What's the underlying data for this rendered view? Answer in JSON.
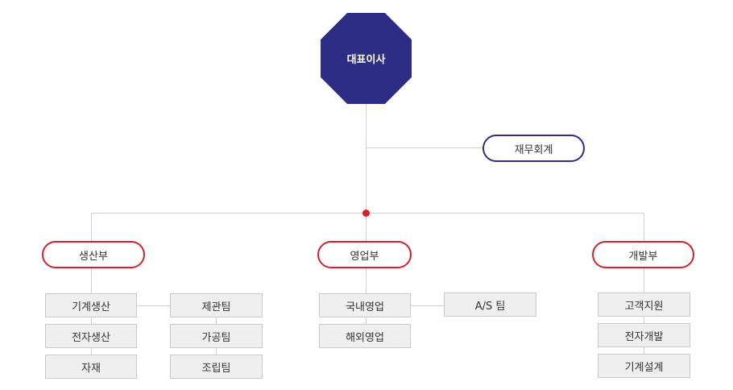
{
  "org": {
    "ceo": "대표이사",
    "finance": "재무회계",
    "production": {
      "label": "생산부",
      "units": [
        "기계생산",
        "전자생산",
        "자재"
      ],
      "teams": [
        "제관팀",
        "가공팀",
        "조립팀"
      ]
    },
    "sales": {
      "label": "영업부",
      "units": [
        "국내영업",
        "해외영업"
      ],
      "teams": [
        "A/S 팀"
      ]
    },
    "development": {
      "label": "개발부",
      "units": [
        "고객지원",
        "전자개발",
        "기계설계"
      ]
    }
  },
  "colors": {
    "navy": "#2e2d86",
    "red": "#d0222c",
    "line": "#cfcfcf",
    "box": "#efefef"
  }
}
